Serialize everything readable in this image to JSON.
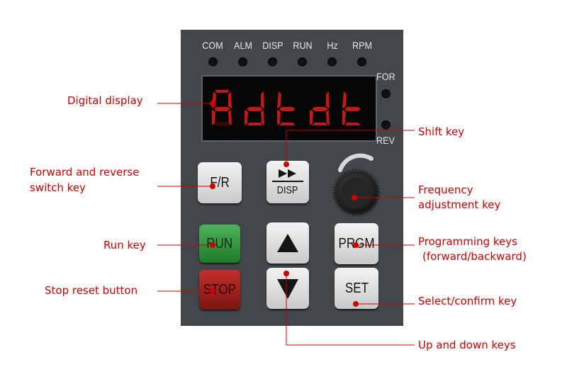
{
  "panel": {
    "indicators": [
      "COM",
      "ALM",
      "DISP",
      "RUN",
      "Hz",
      "RPM"
    ],
    "direction_labels": {
      "forward": "FOR",
      "reverse": "REV"
    }
  },
  "keys": {
    "fr": "F/R",
    "disp": "DISP",
    "run": "RUN",
    "prgm": "PRGM",
    "stop": "STOP",
    "set": "SET"
  },
  "labels": {
    "digital_display": "Digital display",
    "forward_reverse_line1": "Forward and reverse",
    "forward_reverse_line2": "switch key",
    "run_key": "Run key",
    "stop_reset": "Stop reset button",
    "shift_key": "Shift key",
    "frequency_line1": "Frequency",
    "frequency_line2": "adjustment key",
    "programming_line1": "Programming keys",
    "programming_line2": "(forward/backward)",
    "select_confirm": "Select/confirm key",
    "up_down": "Up and down keys"
  },
  "colors": {
    "panel": "#42474b",
    "annotation": "#cc0000",
    "segment": "#c01818",
    "run_key": "#2f9a3c",
    "stop_key": "#b0201c"
  }
}
